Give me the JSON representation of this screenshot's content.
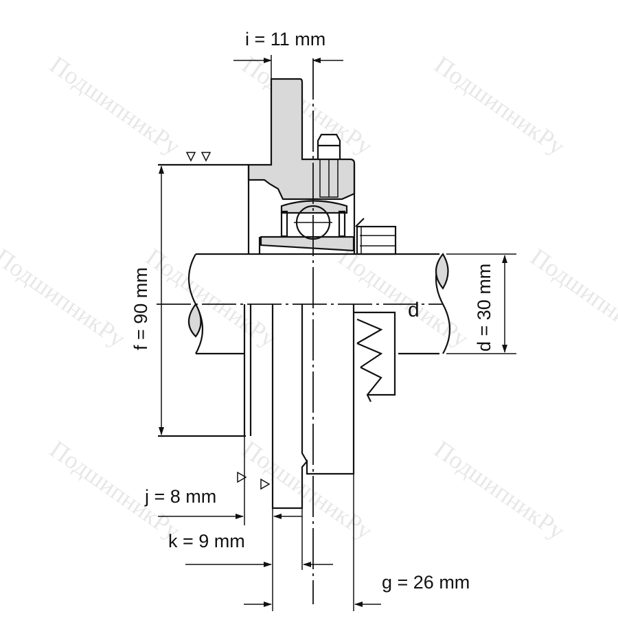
{
  "watermark": "ПодшипникРу",
  "dimensions": {
    "i": "i = 11 mm",
    "f": "f = 90 mm",
    "d": "d = 30 mm",
    "d_symbol": "d",
    "j": "j = 8 mm",
    "k": "k = 9 mm",
    "g": "g = 26 mm"
  },
  "colors": {
    "section_fill": "#d9d9d9",
    "line": "#111111"
  }
}
